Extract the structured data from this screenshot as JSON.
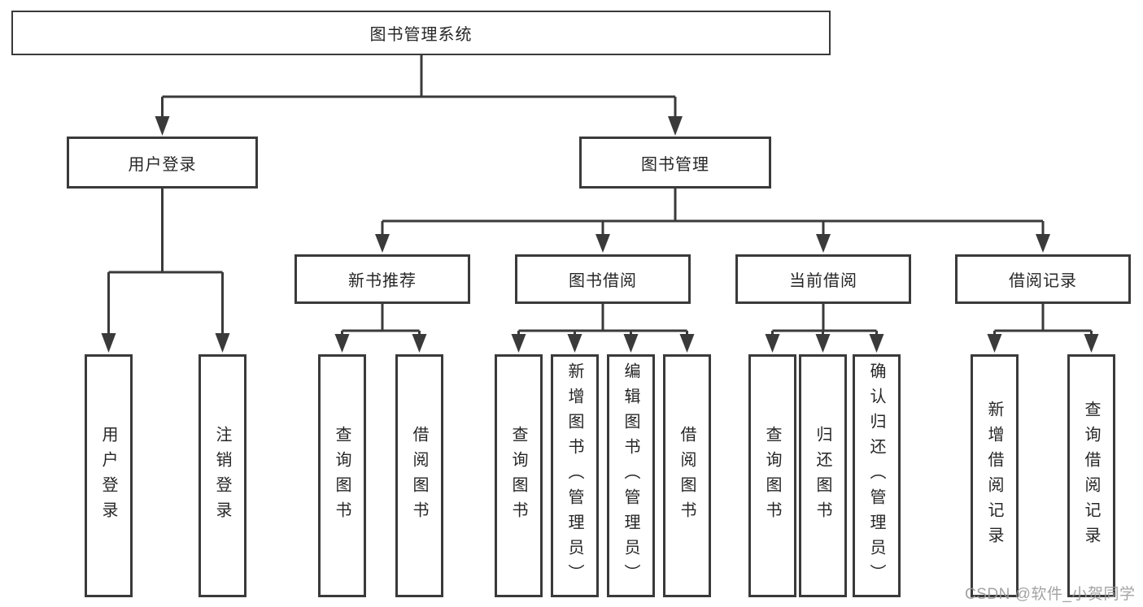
{
  "tree": {
    "root": "图书管理系统",
    "children": [
      {
        "label": "用户登录",
        "children": [
          "用户登录",
          "注销登录"
        ]
      },
      {
        "label": "图书管理",
        "children": [
          {
            "label": "新书推荐",
            "children": [
              "查询图书",
              "借阅图书"
            ]
          },
          {
            "label": "图书借阅",
            "children": [
              "查询图书",
              "新增图书（管理员）",
              "编辑图书（管理员）",
              "借阅图书"
            ]
          },
          {
            "label": "当前借阅",
            "children": [
              "查询图书",
              "归还图书",
              "确认归还（管理员）"
            ]
          },
          {
            "label": "借阅记录",
            "children": [
              "新增借阅记录",
              "查询借阅记录"
            ]
          }
        ]
      }
    ]
  },
  "watermark": "CSDN @软件_小贺同学",
  "colors": {
    "line": "#3a3a3a",
    "text": "#262626",
    "box_bg": "#ffffff",
    "watermark": "#9a9a9a"
  }
}
